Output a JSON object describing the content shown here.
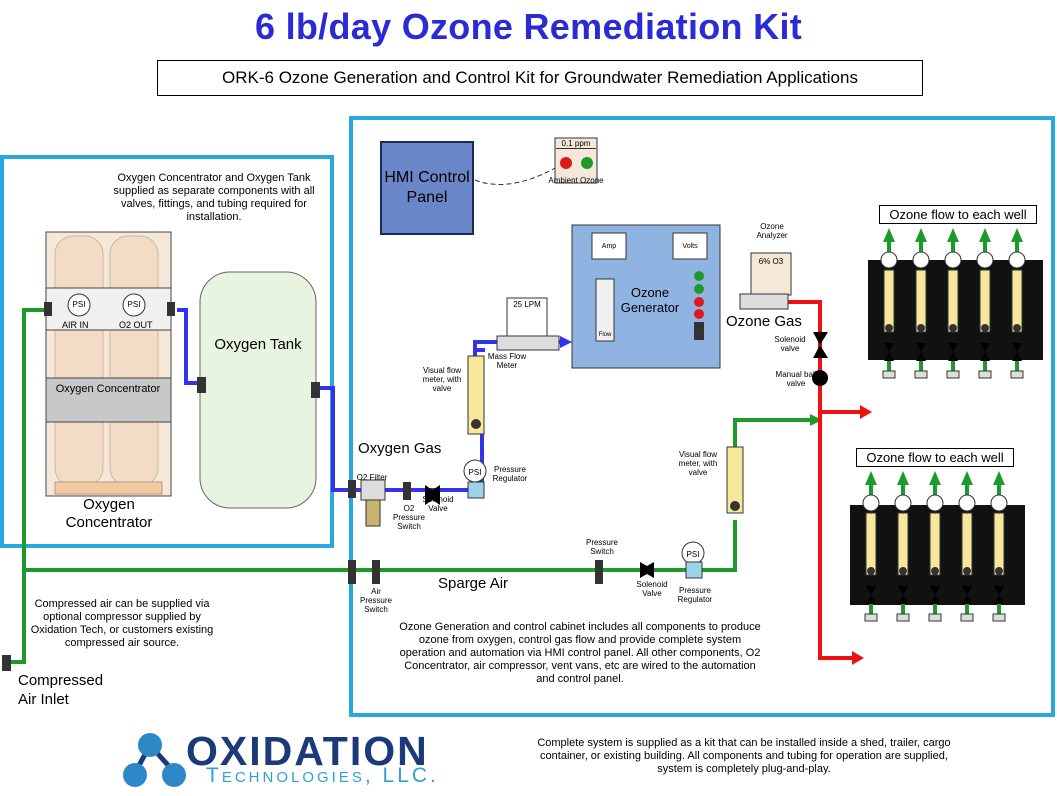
{
  "title": "6 lb/day Ozone Remediation Kit",
  "subtitle": "ORK-6 Ozone Generation and Control Kit for Groundwater Remediation Applications",
  "oxygen_section": {
    "note": "Oxygen Concentrator and Oxygen Tank supplied as separate components with all valves, fittings, and tubing required for installation.",
    "concentrator_panel_label": "Oxygen Concentrator",
    "concentrator_label": "Oxygen Concentrator",
    "gauge_psi": "PSI",
    "air_in_label": "AIR IN",
    "o2_out_label": "O2 OUT",
    "tank_label": "Oxygen Tank"
  },
  "hmi": {
    "label": "HMI Control Panel"
  },
  "ambient": {
    "reading": "0.1 ppm",
    "label": "Ambient Ozone"
  },
  "ozone_generator": {
    "label": "Ozone Generator",
    "amp": "Amp",
    "volts": "Volts",
    "flow": "Flow"
  },
  "ozone_analyzer": {
    "label": "Ozone Analyzer",
    "reading": "6% O3"
  },
  "mass_flow_meter": {
    "reading": "25 LPM",
    "label": "Mass Flow Meter"
  },
  "labels": {
    "ozone_gas": "Ozone Gas",
    "oxygen_gas": "Oxygen Gas",
    "sparge_air": "Sparge Air",
    "visual_flow_meter": "Visual flow meter, with valve",
    "visual_flow_meter2": "Visual flow meter, with valve",
    "pressure_regulator": "Pressure Regulator",
    "pressure_regulator2": "Pressure Regulator",
    "o2_filter": "O2 Filter",
    "o2_pressure_switch": "O2 Pressure Switch",
    "solenoid_valve": "Solenoid Valve",
    "solenoid_valve2": "Solenoid Valve",
    "solenoid_valve3": "Solenoid valve",
    "manual_ball_valve": "Manual ball valve",
    "pressure_switch": "Pressure Switch",
    "air_pressure_switch": "Air Pressure Switch",
    "psi": "PSI"
  },
  "manifolds": [
    {
      "label": "Ozone flow to each well"
    },
    {
      "label": "Ozone flow to each well"
    }
  ],
  "notes": {
    "compressed_air": "Compressed air can be supplied via optional compressor supplied by Oxidation Tech, or customers existing compressed air source.",
    "compressed_air_inlet": "Compressed Air Inlet",
    "cabinet": "Ozone Generation and control cabinet includes all components to produce ozone from oxygen, control gas flow and provide complete system operation and automation via HMI control panel. All other components, O2 Concentrator, air compressor, vent vans, etc are wired to the automation and control panel.",
    "complete_system": "Complete system is supplied as a kit that can be installed inside a shed, trailer, cargo container, or existing building.  All components and tubing for operation are supplied, system is completely plug-and-play."
  },
  "logo": {
    "name": "OXIDATION",
    "sub": "Technologies, LLC."
  },
  "colors": {
    "accent_blue": "#2b2bd6",
    "border_cyan": "#29a8e0",
    "oxygen_line": "#3333ee",
    "air_line": "#1e9a2a",
    "ozone_line": "#ee1111",
    "hmi": "#6b86c8",
    "generator": "#8fb4e2"
  }
}
